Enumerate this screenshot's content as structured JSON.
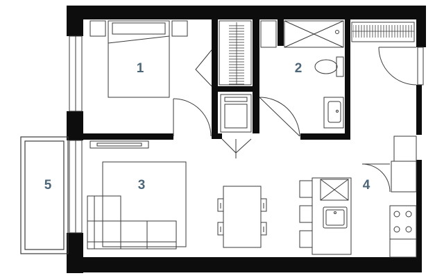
{
  "floor_plan": {
    "rooms": [
      {
        "id": "bedroom",
        "label": "1"
      },
      {
        "id": "bathroom",
        "label": "2"
      },
      {
        "id": "living-dining",
        "label": "3"
      },
      {
        "id": "kitchen",
        "label": "4"
      },
      {
        "id": "balcony",
        "label": "5"
      }
    ],
    "colors": {
      "wall": "#0d0d0d",
      "line": "#3a3a3a",
      "label": "#4d6678",
      "fill": "#ffffff"
    }
  }
}
